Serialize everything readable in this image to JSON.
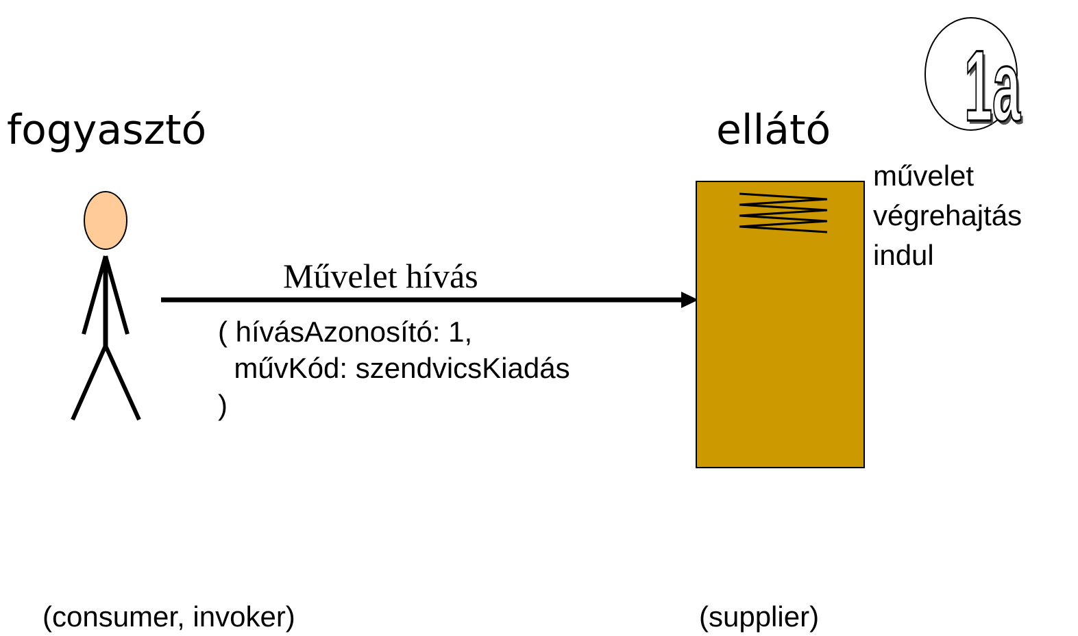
{
  "consumer": {
    "title": "fogyasztó",
    "role": "(consumer, invoker)"
  },
  "supplier": {
    "title": "ellátó",
    "role": "(supplier)"
  },
  "message": {
    "label": "Művelet hívás",
    "params": [
      "( hívásAzonosító: 1,",
      "  művKód: szendvicsKiadás",
      ")"
    ]
  },
  "status": {
    "lines": [
      "művelet",
      "végrehajtás",
      "indul"
    ]
  },
  "step_badge": {
    "label": "1a"
  },
  "colors": {
    "head": "#ffcc99",
    "supplier_box": "#cc9900",
    "line": "#000000",
    "background": "#ffffff"
  },
  "icons": {
    "actor": "stick-figure-icon",
    "processing": "zigzag-icon"
  }
}
